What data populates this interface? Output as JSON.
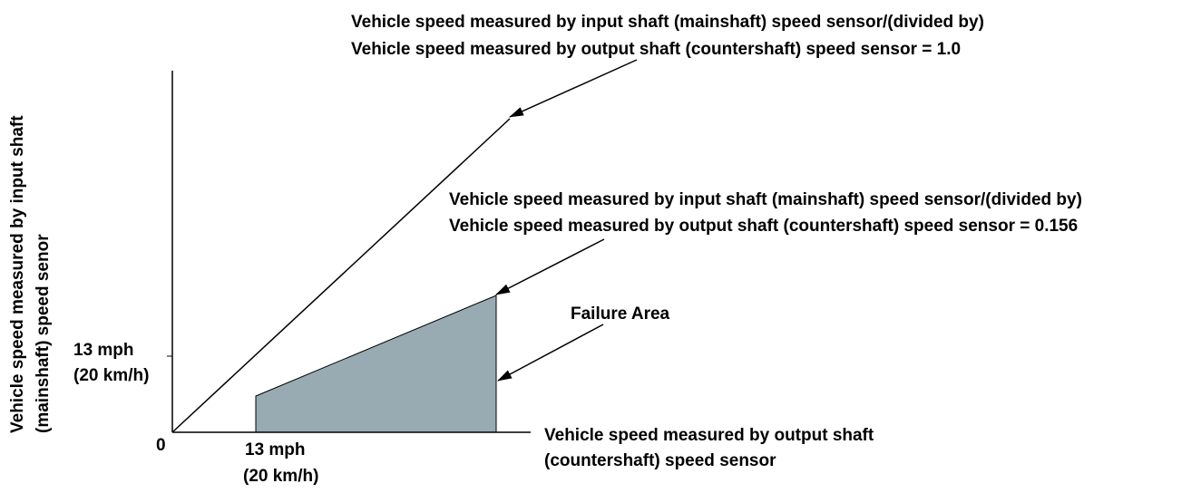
{
  "y_axis_label": {
    "line1": "Vehicle speed measured by input shaft",
    "line2": "(mainshaft) speed senor"
  },
  "x_axis_label": {
    "line1": "Vehicle speed measured by output shaft",
    "line2": "(countershaft) speed sensor"
  },
  "origin_label": "0",
  "x_tick": {
    "line1": "13 mph",
    "line2": "(20 km/h)"
  },
  "y_tick": {
    "line1": "13 mph",
    "line2": "(20 km/h)"
  },
  "annotations": {
    "ratio_1": {
      "line1": "Vehicle speed measured by input shaft (mainshaft) speed sensor/(divided by)",
      "line2": "Vehicle speed measured by output shaft (countershaft) speed sensor = 1.0"
    },
    "ratio_0156": {
      "line1": "Vehicle speed measured by input shaft (mainshaft) speed sensor/(divided by)",
      "line2": "Vehicle speed measured by output shaft (countershaft) speed sensor = 0.156"
    },
    "failure_area": "Failure Area"
  },
  "colors": {
    "failure_fill": "#98abb2",
    "line": "#000000",
    "background": "#ffffff"
  }
}
